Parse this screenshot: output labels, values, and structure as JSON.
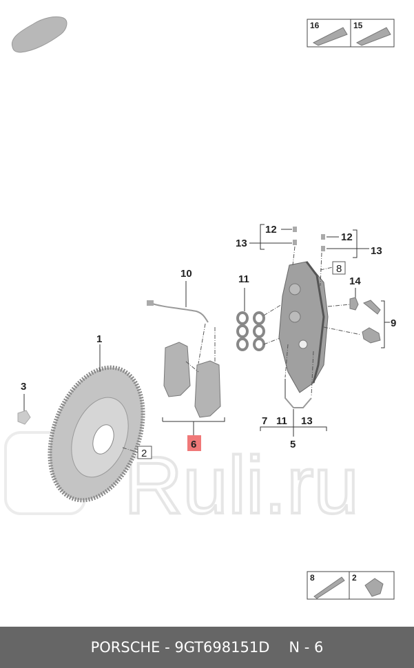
{
  "watermark": "Ruli.ru",
  "callouts": {
    "p1": "1",
    "p2": "2",
    "p3": "3",
    "p5": "5",
    "p6": "6",
    "p7": "7",
    "p8": "8",
    "p9": "9",
    "p10": "10",
    "p11": "11",
    "p11b": "11",
    "p12a": "12",
    "p12b": "12",
    "p13a": "13",
    "p13b": "13",
    "p13c": "13",
    "p14": "14"
  },
  "highlight_color": "#f07878",
  "legend_top": {
    "a": "16",
    "b": "15"
  },
  "legend_bottom": {
    "a": "8",
    "b": "2"
  },
  "footer": {
    "part": "PORSCHE - 9GT698151D",
    "page": "N - 6"
  }
}
